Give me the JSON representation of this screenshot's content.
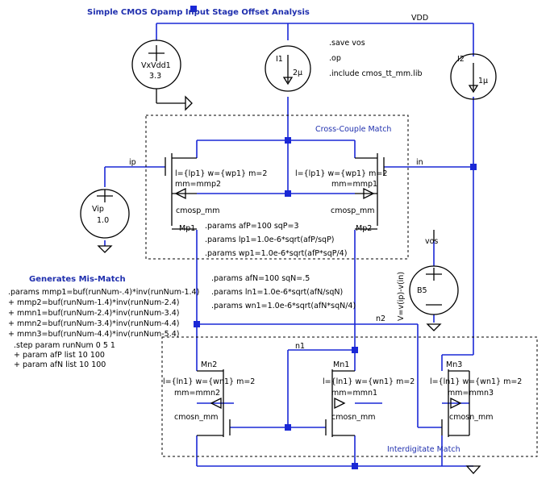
{
  "title": "Simple CMOS Opamp Input Stage Offset Analysis",
  "net_labels": {
    "vdd": "VDD",
    "ip": "ip",
    "in": "in",
    "n1": "n1",
    "n2": "n2",
    "vos": "vos"
  },
  "directives": [
    ".save vos",
    ".op",
    ".include cmos_tt_mm.lib"
  ],
  "sources": {
    "vxvdd1": {
      "name": "VxVdd1",
      "value": "3.3"
    },
    "vip": {
      "name": "Vip",
      "value": "1.0"
    },
    "i1": {
      "name": "I1",
      "value": "2μ"
    },
    "i2": {
      "name": "I2",
      "value": "1μ"
    },
    "b5": {
      "name": "B5",
      "expr": "V=v(ip)-v(in)"
    }
  },
  "groups": {
    "cross_couple": "Cross-Couple Match",
    "interdigitate": "Interdigitate Match",
    "mismatch_title": "Generates Mis-Match"
  },
  "transistors": {
    "mp1": {
      "name": "Mp1",
      "geom": "l={lp1} w={wp1} m=2",
      "mm": "mm=mmp2",
      "model": "cmosp_mm"
    },
    "mp2": {
      "name": "Mp2",
      "geom": "l={lp1} w={wp1} m=2",
      "mm": "mm=mmp1",
      "model": "cmosp_mm"
    },
    "mn2": {
      "name": "Mn2",
      "geom": "l={ln1} w={wn1} m=2",
      "mm": "mm=mmn2",
      "model": "cmosn_mm"
    },
    "mn1": {
      "name": "Mn1",
      "geom": "l={ln1} w={wn1} m=2",
      "mm": "mm=mmn1",
      "model": "cmosn_mm"
    },
    "mn3": {
      "name": "Mn3",
      "geom": "l={ln1} w={wn1} m=2",
      "mm": "mm=mmn3",
      "model": "cmosn_mm"
    }
  },
  "params_p": [
    ".params afP=100 sqP=3",
    ".params lp1=1.0e-6*sqrt(afP/sqP)",
    ".params wp1=1.0e-6*sqrt(afP*sqP/4)"
  ],
  "params_n": [
    ".params afN=100 sqN=.5",
    ".params ln1=1.0e-6*sqrt(afN/sqN)",
    ".params wn1=1.0e-6*sqrt(afN*sqN/4)"
  ],
  "mismatch_lines": [
    ".params mmp1=buf(runNum-.4)*inv(runNum-1.4)",
    "+ mmp2=buf(runNum-1.4)*inv(runNum-2.4)",
    "+ mmn1=buf(runNum-2.4)*inv(runNum-3.4)",
    "+ mmn2=buf(runNum-3.4)*inv(runNum-4.4)",
    "+ mmn3=buf(runNum-4.4)*inv(runNum-5.4)"
  ],
  "step_lines": [
    ".step param runNum 0 5 1",
    "+ param afP list 10 100",
    "+ param afN list 10 100"
  ]
}
